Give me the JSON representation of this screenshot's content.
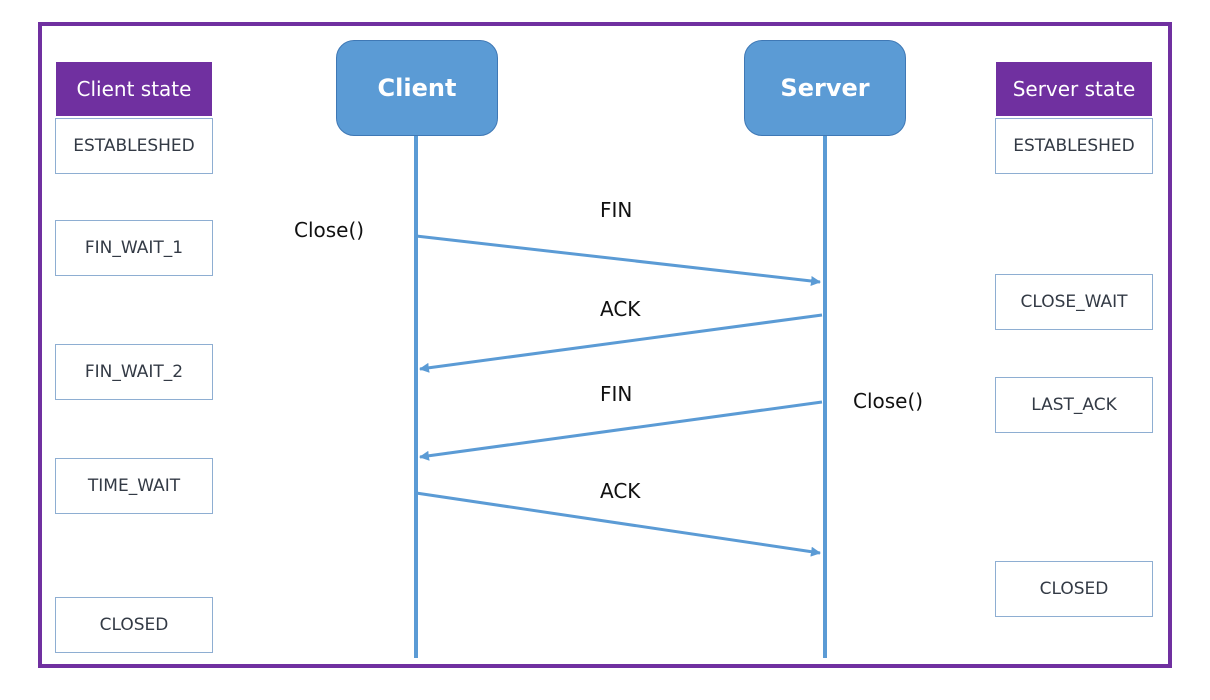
{
  "client_header": "Client state",
  "server_header": "Server state",
  "client_actor": "Client",
  "server_actor": "Server",
  "client_states": [
    "ESTABLESHED",
    "FIN_WAIT_1",
    "FIN_WAIT_2",
    "TIME_WAIT",
    "CLOSED"
  ],
  "server_states": [
    "ESTABLESHED",
    "CLOSE_WAIT",
    "LAST_ACK",
    "CLOSED"
  ],
  "messages": [
    "FIN",
    "ACK",
    "FIN",
    "ACK"
  ],
  "client_close": "Close()",
  "server_close": "Close()",
  "colors": {
    "frame": "#7030a0",
    "header": "#7030a0",
    "actor": "#5b9bd5",
    "line": "#5b9bd5"
  }
}
